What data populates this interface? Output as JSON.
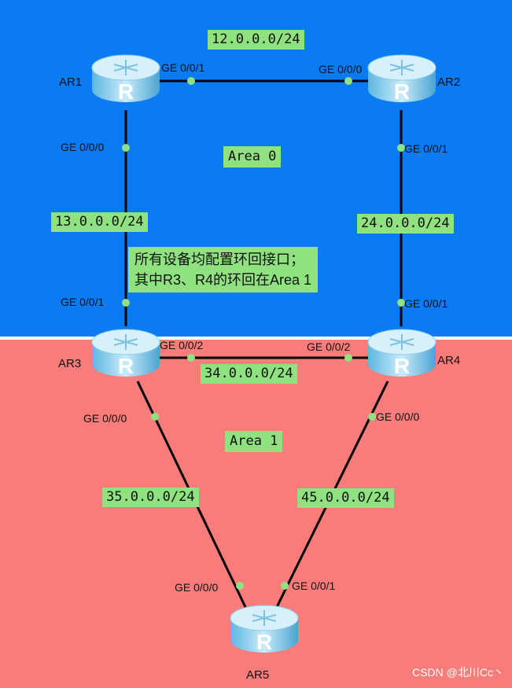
{
  "areas": {
    "top": "Area 0",
    "bottom": "Area 1"
  },
  "colors": {
    "area0": "#0b7bf4",
    "area1": "#f77c7a",
    "label_bg": "#8fe27f",
    "port_dot": "#8fe27f"
  },
  "routers": [
    "AR1",
    "AR2",
    "AR3",
    "AR4",
    "AR5"
  ],
  "router_icon": "router-icon",
  "router_glyph": "R",
  "networks": {
    "ar1_ar2": "12.0.0.0/24",
    "ar1_ar3": "13.0.0.0/24",
    "ar2_ar4": "24.0.0.0/24",
    "ar3_ar4": "34.0.0.0/24",
    "ar3_ar5": "35.0.0.0/24",
    "ar4_ar5": "45.0.0.0/24"
  },
  "interfaces": {
    "ar1_ge001": "GE 0/0/1",
    "ar2_ge000": "GE 0/0/0",
    "ar1_ge000": "GE 0/0/0",
    "ar2_ge001": "GE 0/0/1",
    "ar3_ge001": "GE 0/0/1",
    "ar4_ge001": "GE 0/0/1",
    "ar3_ge002": "GE 0/0/2",
    "ar4_ge002": "GE 0/0/2",
    "ar3_ge000": "GE 0/0/0",
    "ar4_ge000": "GE 0/0/0",
    "ar5_ge000": "GE 0/0/0",
    "ar5_ge001": "GE 0/0/1"
  },
  "note": {
    "line1": "所有设备均配置环回接口；",
    "line2": "其中R3、R4的环回在Area 1"
  },
  "watermark": "CSDN @北川Cc丶"
}
